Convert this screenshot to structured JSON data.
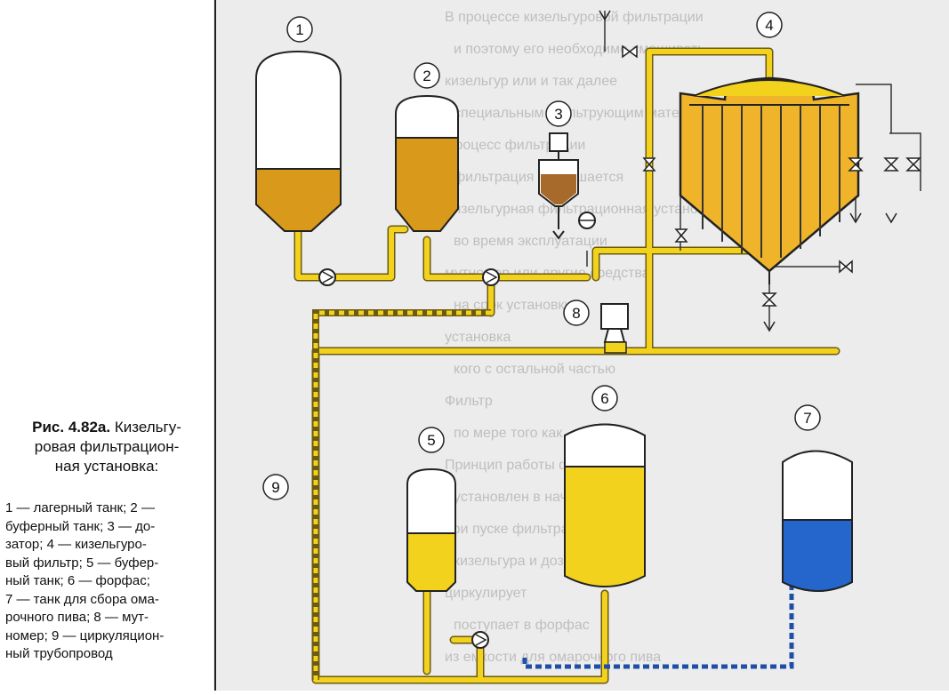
{
  "caption": {
    "label": "Рис. 4.82а.",
    "title": "Кизельгуровая фильтрационная установка:",
    "title_lines": [
      "Кизельгу-",
      "ровая фильтрацион-",
      "ная установка:"
    ],
    "legend_lines": [
      "1 — лагерный танк; 2 —",
      "буферный танк; 3 — до-",
      "затор; 4 — кизельгуро-",
      "вый фильтр; 5 — буфер-",
      "ный танк; 6 — форфас;",
      "7 — танк для сбора ома-",
      "рочного пива; 8 — мут-",
      "номер; 9 — циркуляцион-",
      "ный трубопровод"
    ]
  },
  "diagram": {
    "labels": [
      "1",
      "2",
      "3",
      "4",
      "5",
      "6",
      "7",
      "8",
      "9"
    ],
    "colors": {
      "pipe": "#f2d21c",
      "pipe_edge": "#5a4a10",
      "beer_dark": "#d99a1c",
      "beer_light": "#f0c72a",
      "dosing": "#a86a2a",
      "filter_fill": "#efb42a",
      "blue_water": "#2466cc",
      "recirc_blue": "#1e4fa8",
      "page_tint": "#e9e9e9"
    },
    "background_text_lines": [
      "В процессе кизельгуровой фильтрации",
      "и поэтому его необходимо смешивать",
      "кизельгур или и так далее",
      "специальным фильтрующим материалом",
      "Процесс фильтрации",
      "фильтрация завершается",
      "Кизельгурная фильтрационная установка",
      "во время эксплуатации",
      "мутномер или другие средства",
      "на срок установки",
      "установка",
      "кого с остальной частью",
      "Фильтр",
      "по мере того как",
      "Принцип работы фильтра",
      "установлен в начале линии",
      "при пуске фильтра",
      "кизельгура и дозатора",
      "циркулирует",
      "поступает в форфас",
      "из емкости для омарочного пива"
    ]
  }
}
